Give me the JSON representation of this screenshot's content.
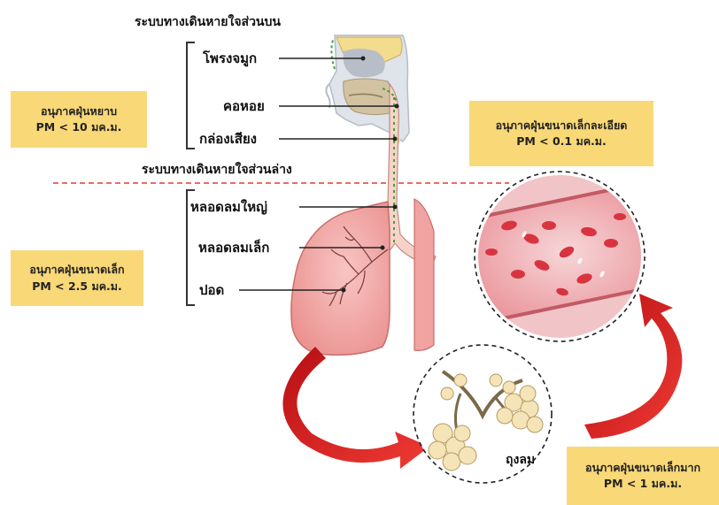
{
  "headings": {
    "upper": "ระบบทางเดินหายใจส่วนบน",
    "lower": "ระบบทางเดินหายใจส่วนล่าง"
  },
  "organs": {
    "nasal_cavity": "โพรงจมูก",
    "pharynx": "คอหอย",
    "larynx": "กล่องเสียง",
    "trachea": "หลอดลมใหญ่",
    "bronchi": "หลอดลมเล็ก",
    "lung": "ปอด",
    "alveoli": "ถุงลม"
  },
  "notes": {
    "coarse": {
      "line1": "อนุภาคฝุ่นหยาบ",
      "line2": "PM < 10 มค.ม."
    },
    "fine": {
      "line1": "อนุภาคฝุ่นขนาดเล็ก",
      "line2": "PM < 2.5 มค.ม."
    },
    "ultrafine": {
      "line1": "อนุภาคฝุ่นขนาดเล็กละเอียด",
      "line2": "PM < 0.1 มค.ม."
    },
    "very_fine": {
      "line1": "อนุภาคฝุ่นขนาดเล็กมาก",
      "line2": "PM < 1 มค.ม."
    }
  },
  "colors": {
    "note_bg": "#f9d877",
    "divider": "#e53935",
    "arrow": "#d7191c",
    "lung": "#f2a7a6",
    "airway_dots": "#3fa535"
  }
}
